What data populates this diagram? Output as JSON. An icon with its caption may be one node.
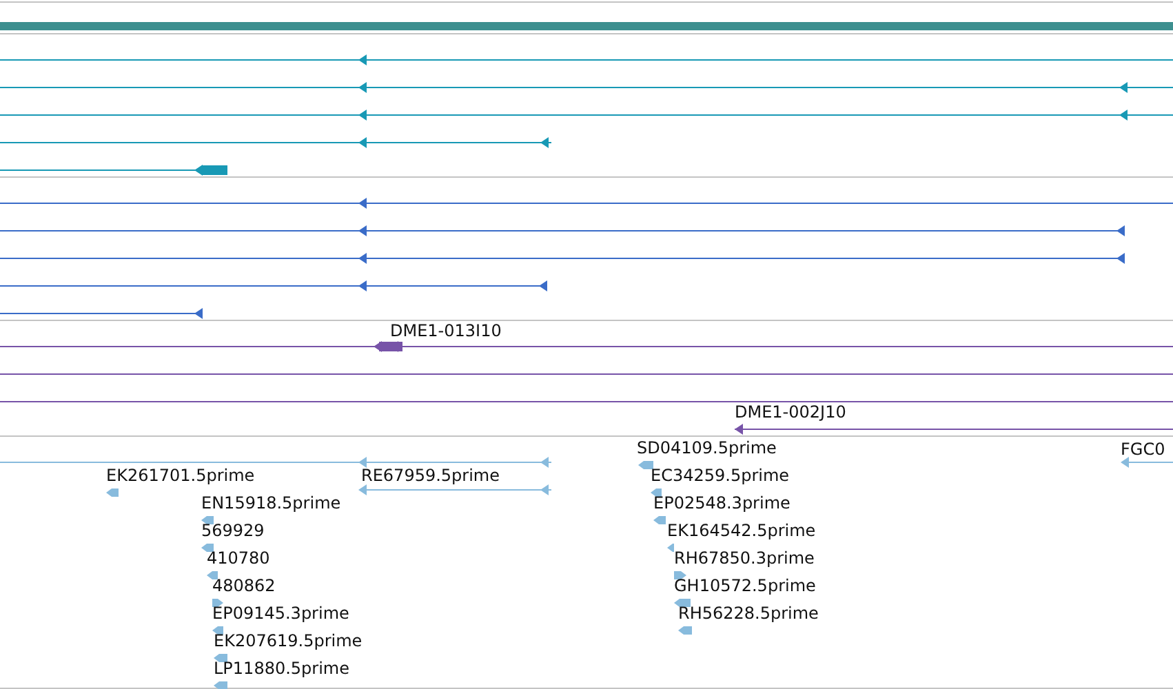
{
  "diagram": {
    "labels": [
      "DME1-013I10",
      "DME1-002J10",
      "SD04109.5prime",
      "FGC0",
      "EK261701.5prime",
      "RE67959.5prime",
      "EC34259.5prime",
      "EN15918.5prime",
      "EP02548.3prime",
      "569929",
      "EK164542.5prime",
      "410780",
      "RH67850.3prime",
      "480862",
      "GH10572.5prime",
      "EP09145.3prime",
      "RH56228.5prime",
      "EK207619.5prime",
      "LP11880.5prime"
    ]
  }
}
